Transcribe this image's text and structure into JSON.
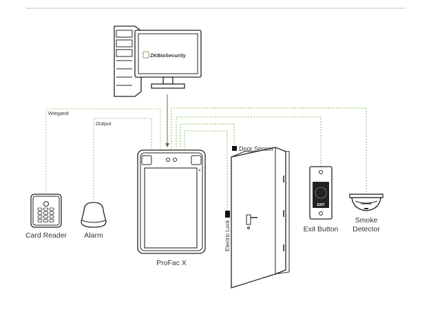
{
  "colors": {
    "wiegand_line": "#9ecf7a",
    "output_line": "#aaaaaa",
    "device_line": "#7cbf55",
    "top_rule": "#bdbdbd",
    "exit_button_face": "#222222"
  },
  "software": {
    "logo_icon": "zk-shield-icon",
    "logo_text": "ZKBioSecurity"
  },
  "connections": {
    "wiegand_label": "Wiegand",
    "output_label": "Output"
  },
  "devices": {
    "card_reader": "Card Reader",
    "alarm": "Alarm",
    "terminal": "ProFac X",
    "door_sensor": "Door Sensor",
    "electric_lock": "Electric Lock",
    "exit_button": "Exit Button",
    "exit_button_face_text": "EXIT",
    "smoke_detector_line1": "Smoke",
    "smoke_detector_line2": "Detector"
  }
}
